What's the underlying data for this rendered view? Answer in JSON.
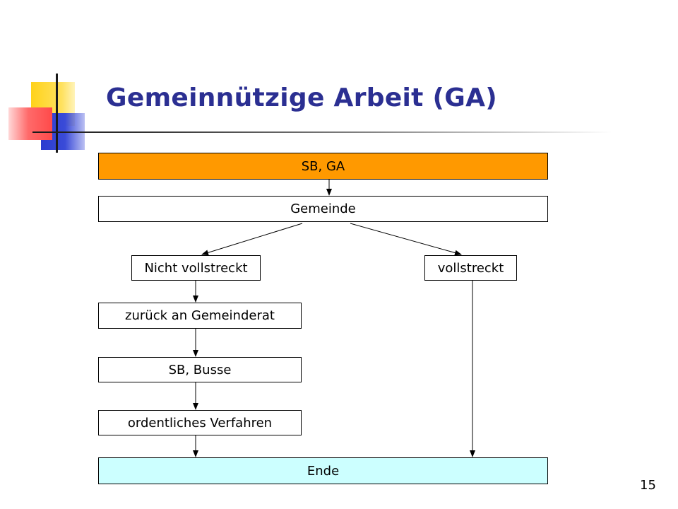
{
  "slide": {
    "title": "Gemeinnützige Arbeit (GA)",
    "page_number": "15"
  },
  "flowchart": {
    "nodes": {
      "sb_ga": "SB, GA",
      "gemeinde": "Gemeinde",
      "nicht_vollstreckt": "Nicht vollstreckt",
      "vollstreckt": "vollstreckt",
      "zurueck": "zurück an Gemeinderat",
      "sb_busse": "SB, Busse",
      "ordentliches": "ordentliches Verfahren",
      "ende": "Ende"
    },
    "edges": [
      [
        "sb_ga",
        "gemeinde"
      ],
      [
        "gemeinde",
        "nicht_vollstreckt"
      ],
      [
        "gemeinde",
        "vollstreckt"
      ],
      [
        "nicht_vollstreckt",
        "zurueck"
      ],
      [
        "zurueck",
        "sb_busse"
      ],
      [
        "sb_busse",
        "ordentliches"
      ],
      [
        "ordentliches",
        "ende"
      ],
      [
        "vollstreckt",
        "ende"
      ]
    ]
  },
  "colors": {
    "title": "#2b2f92",
    "start_node_fill": "#ff9900",
    "end_node_fill": "#ccffff",
    "node_fill": "#ffffff",
    "decor_yellow": "#ffd21a",
    "decor_blue": "#2b3ccf",
    "decor_red": "#ff4a4a"
  }
}
